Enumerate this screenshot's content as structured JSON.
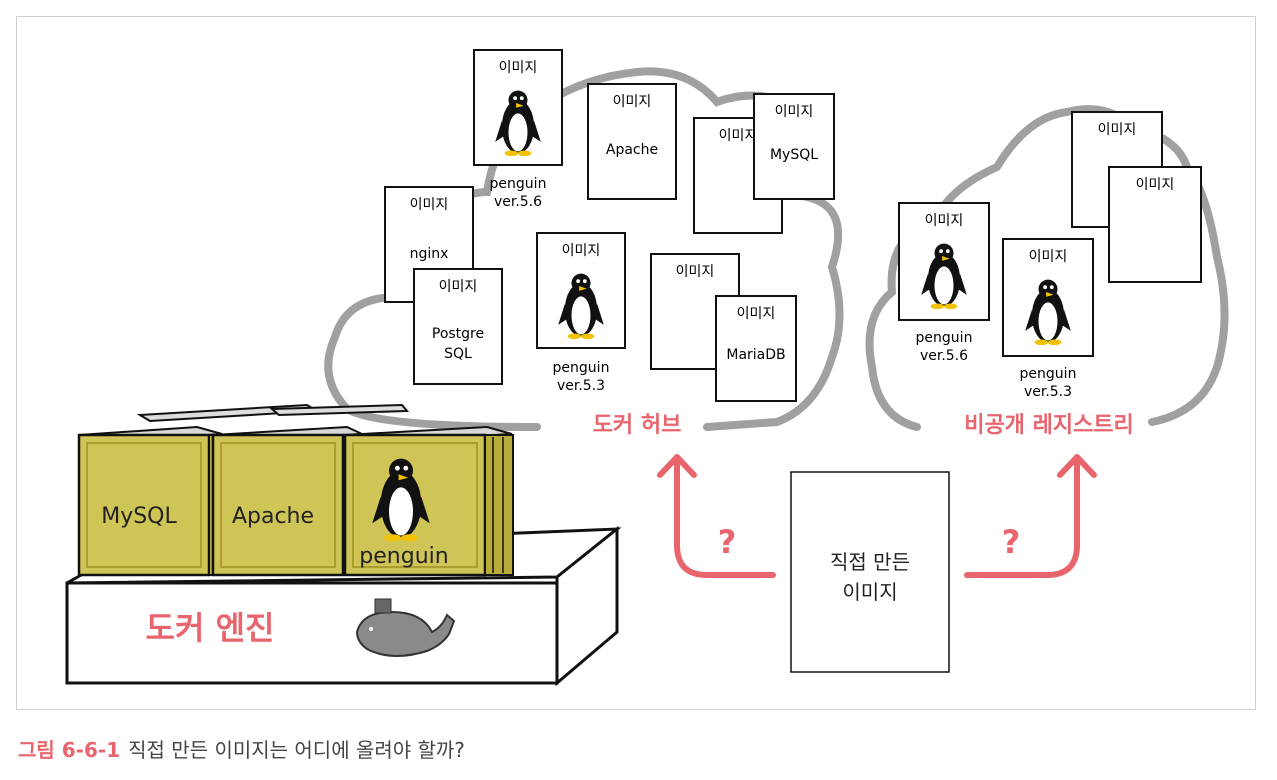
{
  "hub": {
    "title": "도커 허브",
    "images": [
      {
        "tag": "이미지",
        "name": "penguin\nver.5.6"
      },
      {
        "tag": "이미지",
        "name": "Apache"
      },
      {
        "tag": "이미지",
        "name": ""
      },
      {
        "tag": "이미지",
        "name": "MySQL"
      },
      {
        "tag": "이미지",
        "name": "nginx"
      },
      {
        "tag": "이미지",
        "name": "Postgre\nSQL"
      },
      {
        "tag": "이미지",
        "name": "penguin\nver.5.3"
      },
      {
        "tag": "이미지",
        "name": ""
      },
      {
        "tag": "이미지",
        "name": "MariaDB"
      }
    ]
  },
  "registry": {
    "title": "비공개 레지스트리",
    "images": [
      {
        "tag": "이미지",
        "name": ""
      },
      {
        "tag": "이미지",
        "name": ""
      },
      {
        "tag": "이미지",
        "name": "penguin\nver.5.6"
      },
      {
        "tag": "이미지",
        "name": "penguin\nver.5.3"
      }
    ]
  },
  "engine": {
    "label": "도커 엔진",
    "containers": [
      "MySQL",
      "Apache",
      "penguin"
    ]
  },
  "custom_image": {
    "label": "직접 만든\n이미지"
  },
  "arrows": {
    "left_mark": "?",
    "right_mark": "?"
  },
  "caption": {
    "number": "그림 6-6-1",
    "text": "직접 만든 이미지는 어디에 올려야 할까?"
  },
  "colors": {
    "accent": "#e8656d",
    "cloud": "#a0a0a0",
    "crate": "#cfc456",
    "crate_dark": "#a99e2e"
  }
}
